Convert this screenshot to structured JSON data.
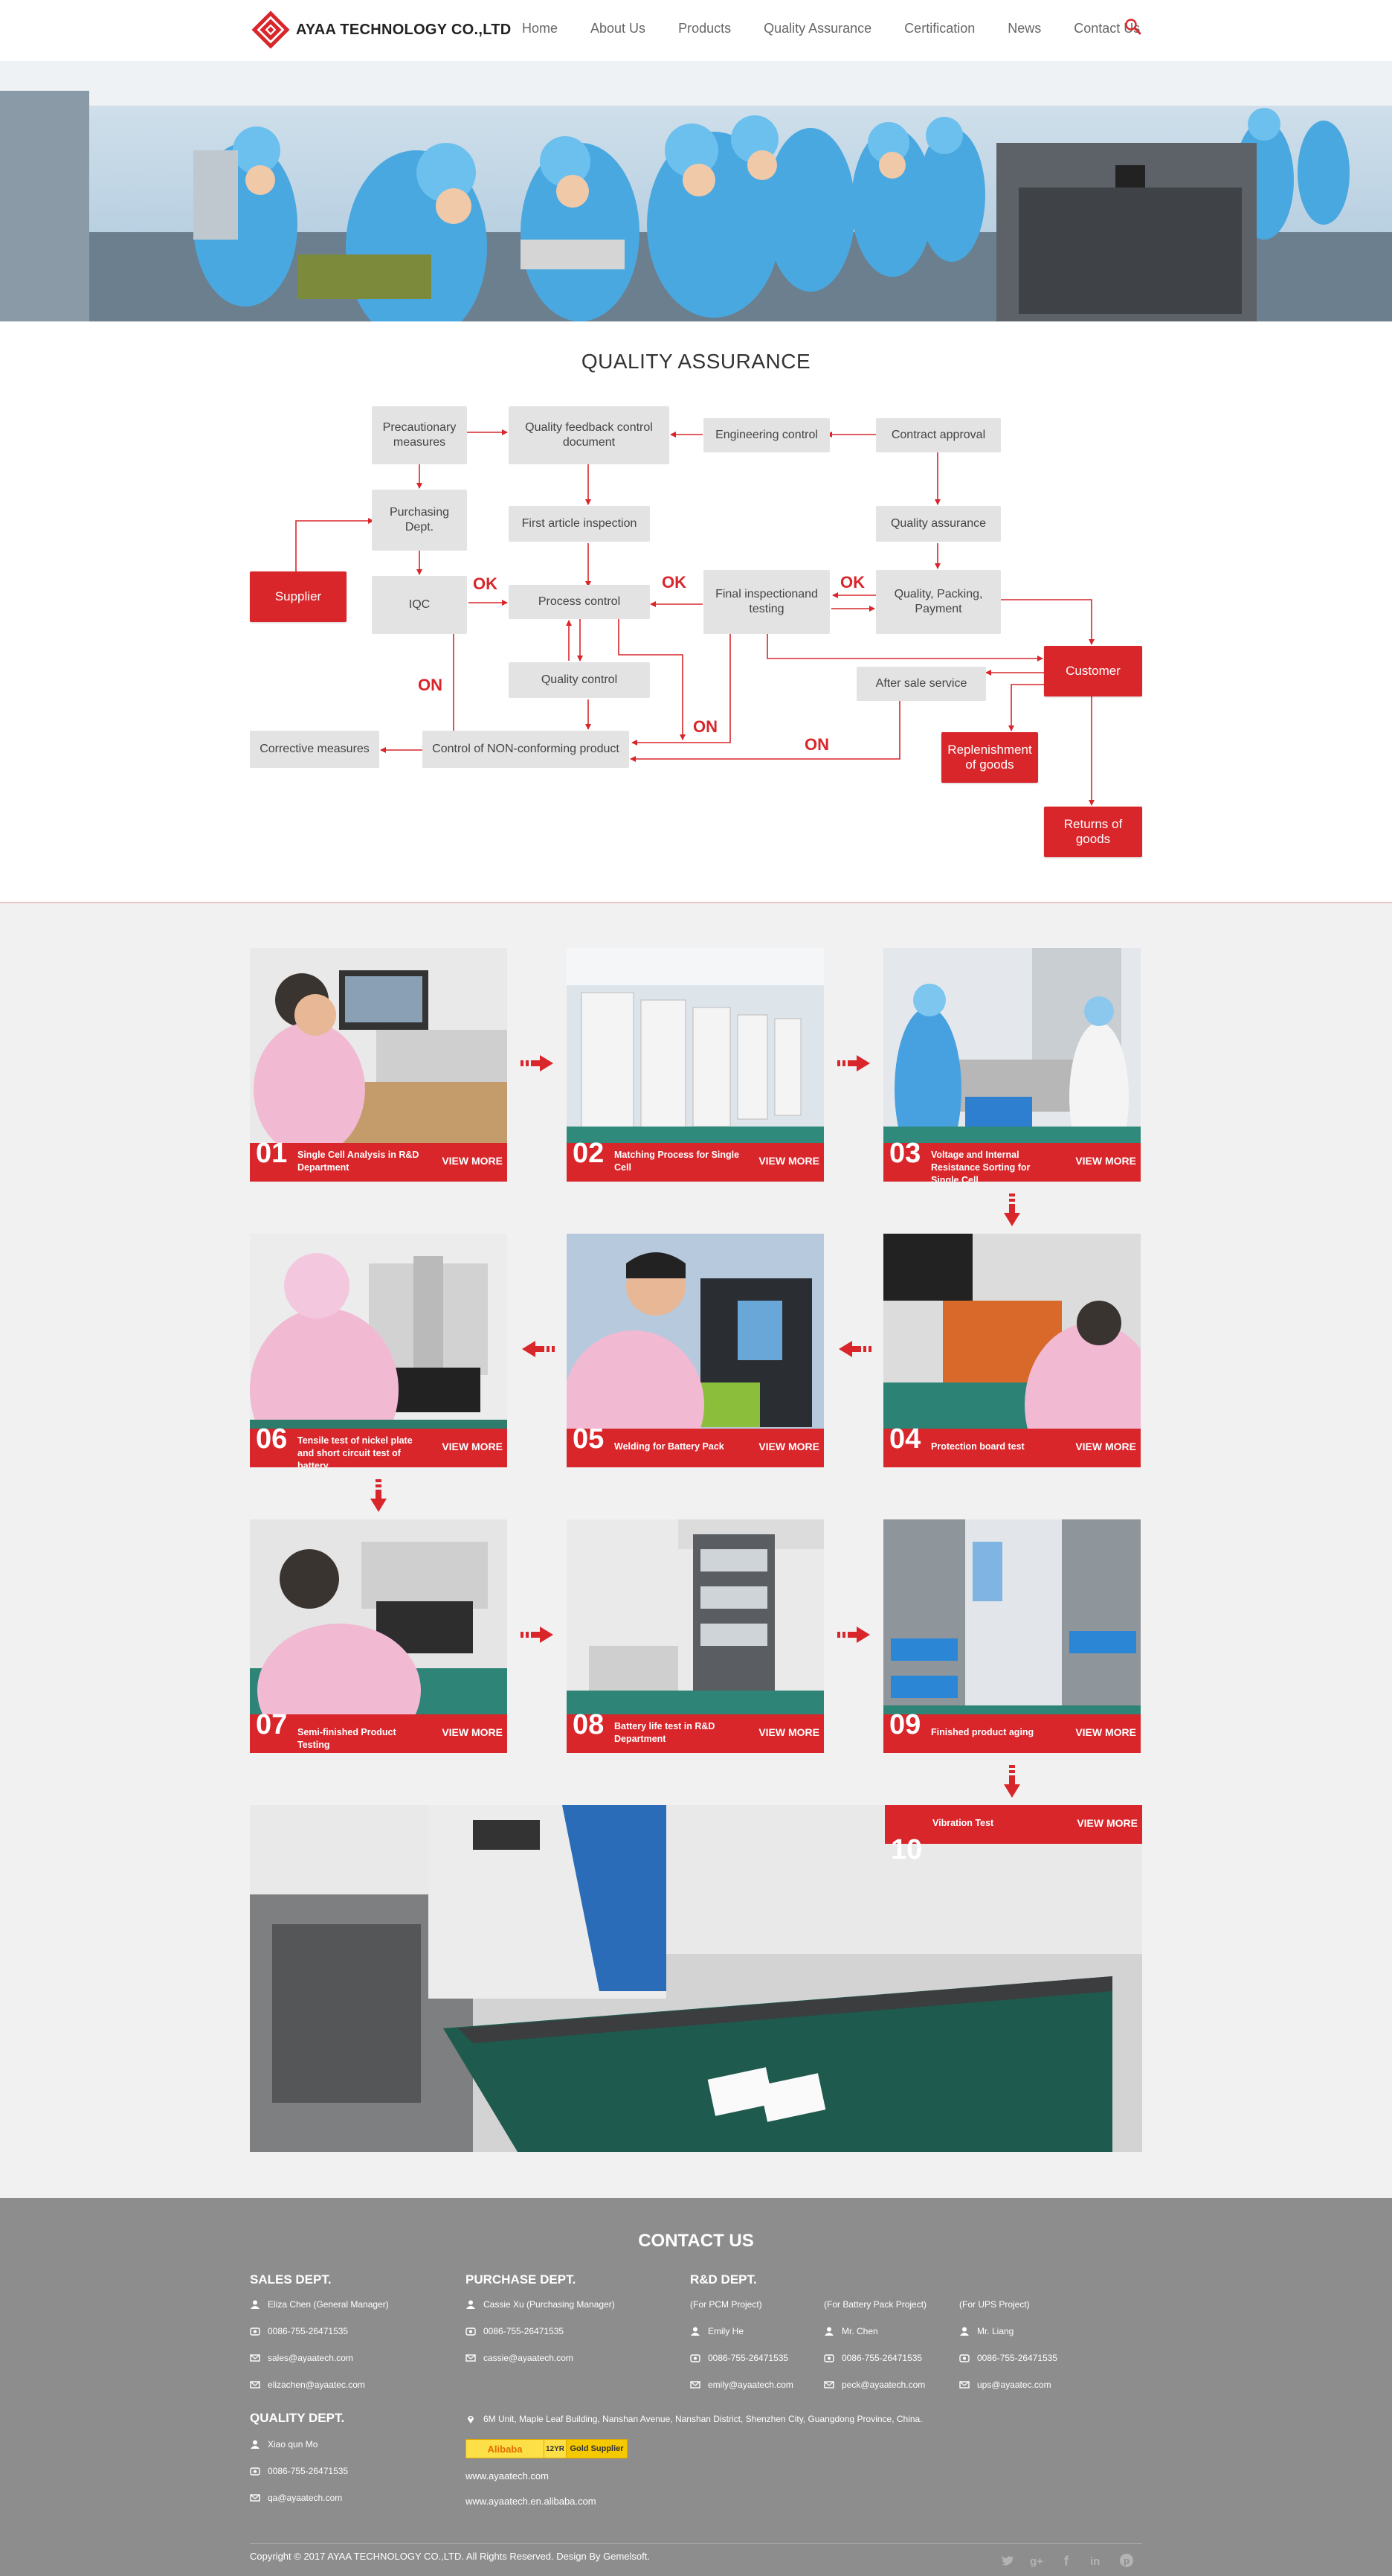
{
  "header": {
    "brand": "AYAA TECHNOLOGY CO.,LTD",
    "logo_icon": "ayaa-logo",
    "nav": [
      "Home",
      "About Us",
      "Products",
      "Quality Assurance",
      "Certification",
      "News",
      "Contact Us"
    ],
    "search_icon": "search-icon"
  },
  "qa": {
    "title": "QUALITY ASSURANCE",
    "boxes": {
      "precautionary": "Precautionary measures",
      "feedback": "Quality feedback control document",
      "engineering": "Engineering control",
      "contract": "Contract approval",
      "purchasing": "Purchasing Dept.",
      "first_article": "First article inspection",
      "quality_assurance": "Quality assurance",
      "supplier": "Supplier",
      "iqc": "IQC",
      "process": "Process control",
      "final": "Final inspectionand testing",
      "qpp": "Quality, Packing, Payment",
      "customer": "Customer",
      "quality_control": "Quality control",
      "after_sale": "After sale service",
      "corrective": "Corrective measures",
      "nonconforming": "Control of NON-conforming product",
      "replenishment": "Replenishment of goods",
      "returns": "Returns of goods"
    },
    "labels": {
      "ok": "OK",
      "on": "ON"
    }
  },
  "gallery": {
    "view_more": "VIEW MORE",
    "steps": [
      {
        "num": "01",
        "caption": "Single Cell Analysis in R&D Department"
      },
      {
        "num": "02",
        "caption": "Matching Process for Single Cell"
      },
      {
        "num": "03",
        "caption": "Voltage and Internal Resistance Sorting for Single Cell"
      },
      {
        "num": "04",
        "caption": "Protection board test"
      },
      {
        "num": "05",
        "caption": "Welding for Battery Pack"
      },
      {
        "num": "06",
        "caption": "Tensile test of nickel plate and short circuit test of battery"
      },
      {
        "num": "07",
        "caption": "Semi-finished Product Testing"
      },
      {
        "num": "08",
        "caption": "Battery life test in R&D Department"
      },
      {
        "num": "09",
        "caption": "Finished product aging"
      },
      {
        "num": "10",
        "caption": "Vibration Test"
      }
    ]
  },
  "footer": {
    "title": "CONTACT US",
    "sales": {
      "head": "SALES DEPT.",
      "name": "Eliza Chen (General Manager)",
      "phone": "0086-755-26471535",
      "email1": "sales@ayaatech.com",
      "email2": "elizachen@ayaatec.com"
    },
    "purchase": {
      "head": "PURCHASE DEPT.",
      "name": "Cassie Xu (Purchasing Manager)",
      "phone": "0086-755-26471535",
      "email": "cassie@ayaatech.com"
    },
    "rd": {
      "head": "R&D DEPT.",
      "cols": [
        {
          "project": "(For PCM Project)",
          "name": "Emily He",
          "phone": "0086-755-26471535",
          "email": "emily@ayaatech.com"
        },
        {
          "project": "(For Battery Pack Project)",
          "name": "Mr. Chen",
          "phone": "0086-755-26471535",
          "email": "peck@ayaatech.com"
        },
        {
          "project": "(For UPS Project)",
          "name": "Mr. Liang",
          "phone": "0086-755-26471535",
          "email": "ups@ayaatec.com"
        }
      ]
    },
    "quality": {
      "head": "QUALITY DEPT.",
      "name": "Xiao qun Mo",
      "phone": "0086-755-26471535",
      "email": "qa@ayaatech.com"
    },
    "address": "6M Unit, Maple Leaf Building, Nanshan Avenue, Nanshan District, Shenzhen City, Guangdong Province, China.",
    "badge_years": "12YR",
    "badge_gold": "Gold Supplier",
    "site1": "www.ayaatech.com",
    "site2": "www.ayaatech.en.alibaba.com",
    "copyright": "Copyright © 2017 AYAA TECHNOLOGY CO.,LTD. All Rights Reserved. Design By Gemelsoft.",
    "social": [
      "twitter-icon",
      "google-plus-icon",
      "facebook-icon",
      "linkedin-icon",
      "pinterest-icon"
    ]
  }
}
